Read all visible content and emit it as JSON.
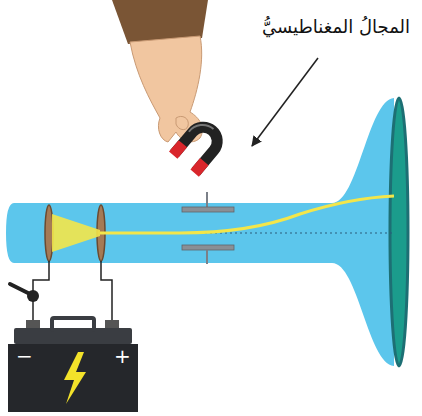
{
  "diagram": {
    "labels": [
      "المجالُ المغناطيسيُّ",
      "−",
      "+"
    ]
  }
}
